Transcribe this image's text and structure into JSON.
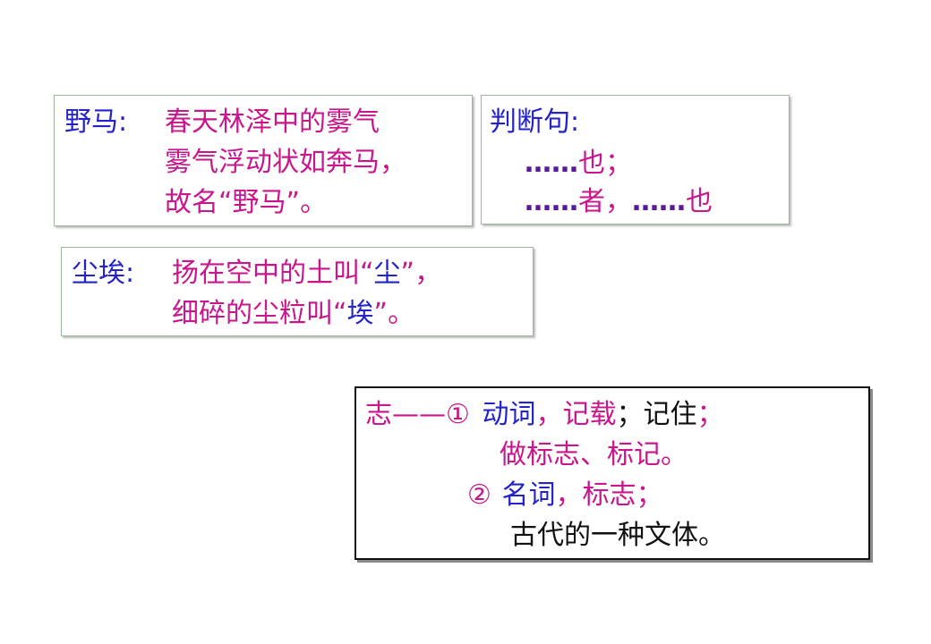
{
  "box_yema": {
    "term": "野马",
    "colon": ":",
    "line1": "春天林泽中的雾气",
    "line2": "雾气浮动状如奔马，",
    "line3": "故名“野马”。"
  },
  "box_panduanju": {
    "title": "判断句",
    "colon": ":",
    "dots1": "……",
    "line1_tail": "也；",
    "dots2a": "……",
    "line2_mid": "者，",
    "dots2b": "……",
    "line2_tail": "也"
  },
  "box_chenai": {
    "term": "尘埃",
    "colon": ":",
    "l1a": "扬在空中的土叫“",
    "l1b": "尘",
    "l1c": "”，",
    "l2a": "细碎的尘粒叫“",
    "l2b": "埃",
    "l2c": "”。"
  },
  "box_zhi": {
    "term": "志——①",
    "s1_pos": "动词",
    "s1_sep": "，",
    "s1_meaning_a": "记载",
    "s1_sep2": "；",
    "s1_meaning_b": "记住",
    "s1_end": "；",
    "s1_line2": "做标志、标记。",
    "num2": "②",
    "s2_pos": "名词",
    "s2_sep": "，",
    "s2_meaning": "标志；",
    "s2_line2": "古代的一种文体。"
  }
}
